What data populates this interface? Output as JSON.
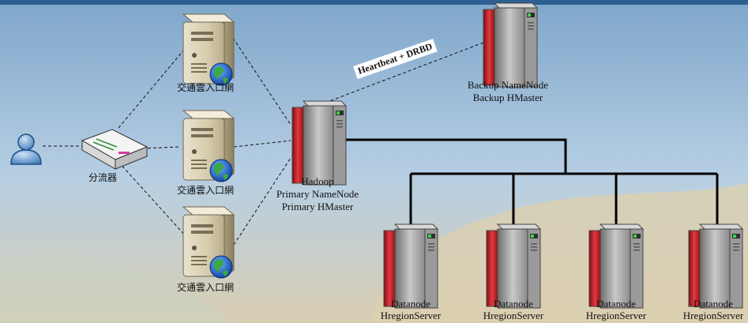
{
  "diagram": {
    "splitter_label": "分流器",
    "portal_labels": [
      "交通雲入口網",
      "交通雲入口網",
      "交通雲入口網"
    ],
    "primary": {
      "line1": "Hadoop",
      "line2": "Primary NameNode",
      "line3": "Primary HMaster"
    },
    "backup": {
      "line1": "Backup NameNode",
      "line2": "Backup HMaster"
    },
    "link_label": "Heartbeat + DRBD",
    "datanodes": [
      {
        "line1": "Datanode",
        "line2": "HregionServer"
      },
      {
        "line1": "Datanode",
        "line2": "HregionServer"
      },
      {
        "line1": "Datanode",
        "line2": "HregionServer"
      },
      {
        "line1": "Datanode",
        "line2": "HregionServer"
      }
    ]
  },
  "colors": {
    "sky": "#8fb3d3",
    "rack_red": "#c8202a",
    "rack_gray": "#9a9a9a",
    "connector": "#000000"
  }
}
